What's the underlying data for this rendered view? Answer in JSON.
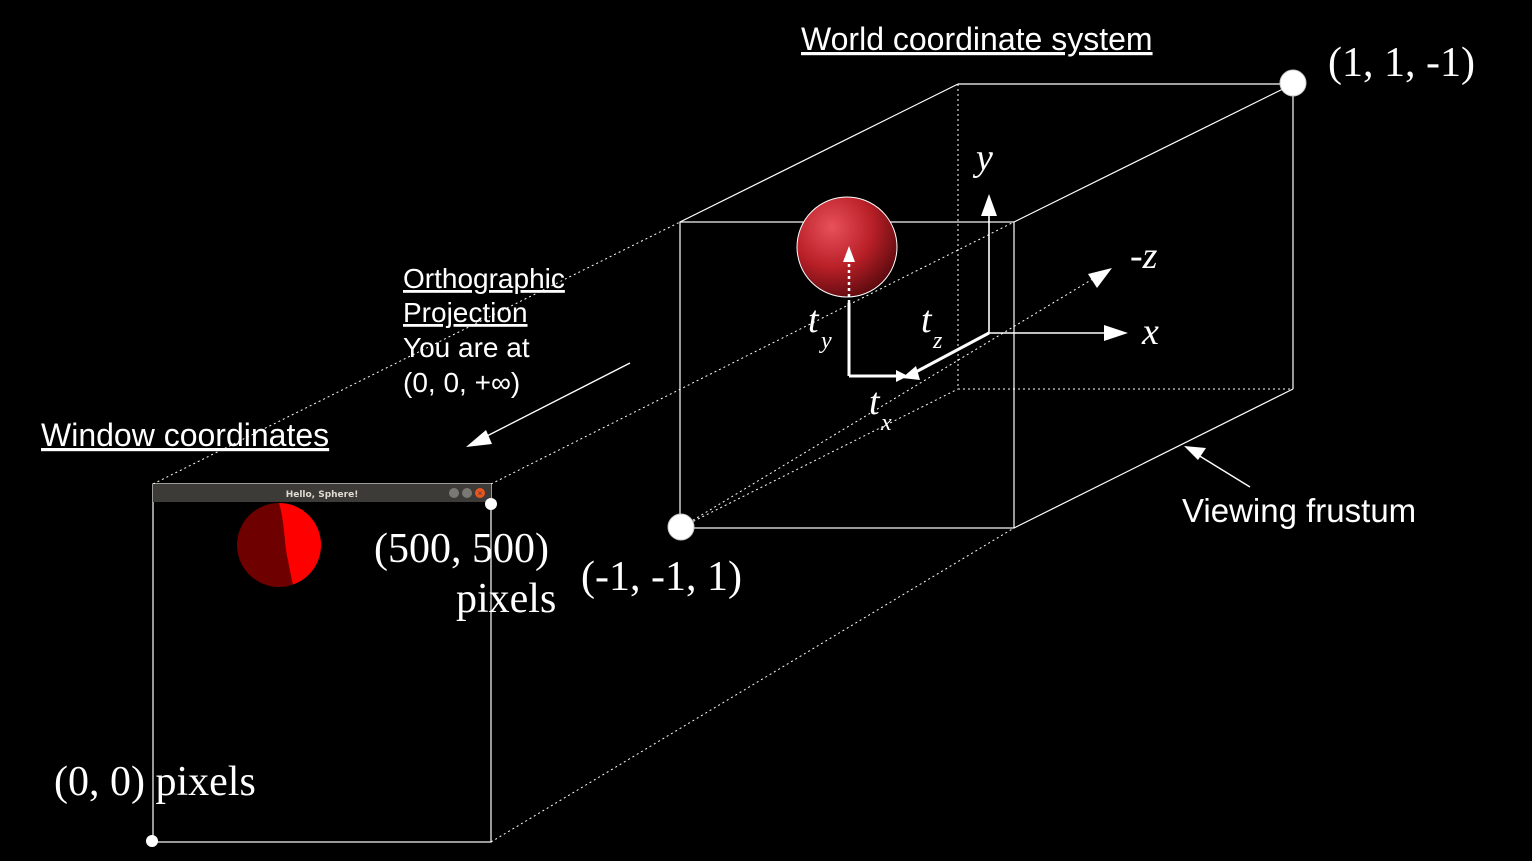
{
  "labels": {
    "world_title": "World coordinate system",
    "window_title": "Window coordinates",
    "projection_line1": "Orthographic",
    "projection_line2": "Projection",
    "position_line1": "You are at",
    "position_line2": "(0, 0, +∞)",
    "frustum": "Viewing frustum",
    "corner_max": "(1, 1, -1)",
    "corner_min": "(-1, -1, 1)",
    "window_max_line1": "(500, 500)",
    "window_max_line2": "pixels",
    "window_origin": "(0, 0) pixels",
    "axis_y": "y",
    "axis_x": "x",
    "axis_neg_z": "-z",
    "t_y_main": "t",
    "t_y_sub": "y",
    "t_z_main": "t",
    "t_z_sub": "z",
    "t_x_main": "t",
    "t_x_sub": "x"
  },
  "app_window": {
    "title": "Hello, Sphere!"
  },
  "colors": {
    "background": "#000000",
    "line": "#ffffff",
    "sphere": "#c8202a",
    "sphere_render_light": "#ff0000",
    "sphere_render_dark": "#6e0000",
    "titlebar": "#3c3b37",
    "close_button": "#e95420"
  }
}
